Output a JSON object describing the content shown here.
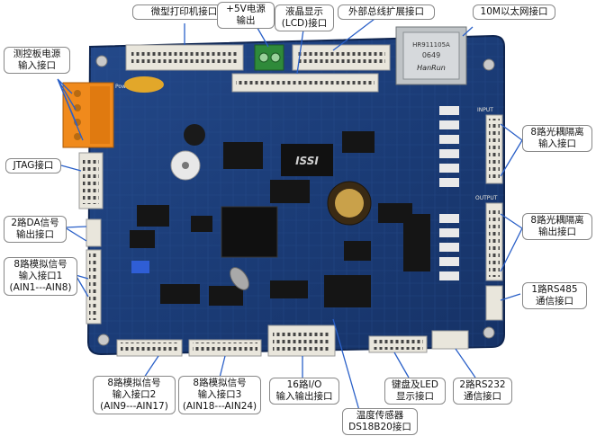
{
  "labels": {
    "printer": [
      "微型打印机接口"
    ],
    "power5v": [
      "+5V电源",
      "输出"
    ],
    "lcd": [
      "液晶显示",
      "(LCD)接口"
    ],
    "bus": [
      "外部总线扩展接口"
    ],
    "ethernet": [
      "10M以太网接口"
    ],
    "board_power": [
      "测控板电源",
      "输入接口"
    ],
    "jtag": [
      "JTAG接口"
    ],
    "da": [
      "2路DA信号",
      "输出接口"
    ],
    "ain1": [
      "8路模拟信号",
      "输入接口1",
      "(AIN1---AIN8)"
    ],
    "opto_in": [
      "8路光耦隔离",
      "输入接口"
    ],
    "opto_out": [
      "8路光耦隔离",
      "输出接口"
    ],
    "rs485": [
      "1路RS485",
      "通信接口"
    ],
    "ain2": [
      "8路模拟信号",
      "输入接口2",
      "(AIN9---AIN17)"
    ],
    "ain3": [
      "8路模拟信号",
      "输入接口3",
      "(AIN18---AIN24)"
    ],
    "io16": [
      "16路I/O",
      "输入输出接口"
    ],
    "temp": [
      "温度传感器",
      "DS18B20接口"
    ],
    "keyboard": [
      "键盘及LED",
      "显示接口"
    ],
    "rs232": [
      "2路RS232",
      "通信接口"
    ]
  },
  "board_text": {
    "ethernet_module": [
      "HR911105A",
      "0649",
      "HanRun"
    ],
    "chip_label": "ISSI",
    "power_label": "Power",
    "output_label": "OUTPUT",
    "input_label": "INPUT"
  },
  "colors": {
    "pcb": "#1d3f7a",
    "pcb_dark": "#122c5a",
    "header_white": "#e9e6dc",
    "terminal_orange": "#f08a1c",
    "terminal_green": "#2f8a3a",
    "label_border": "#888888",
    "leader_line": "#2a60c8"
  }
}
